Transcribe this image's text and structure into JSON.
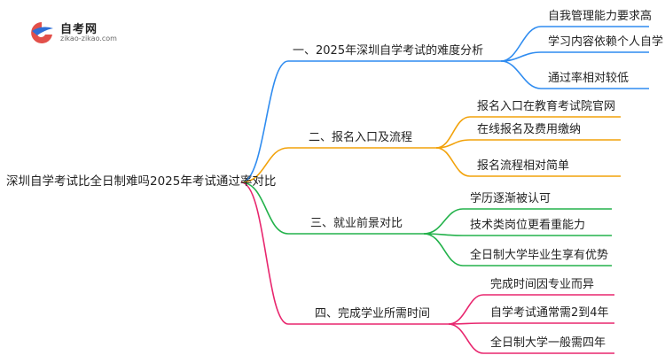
{
  "logo": {
    "title": "自考网",
    "subtitle": "zikao-zikao.com",
    "colors": {
      "red": "#e2504a",
      "blue": "#2f6fd6"
    }
  },
  "mindmap": {
    "root": "深圳自学考试比全日制难吗2025年考试通过率对比",
    "branches": [
      {
        "label": "一、2025年深圳自学考试的难度分析",
        "color": "#2f8cf0",
        "children": [
          "自我管理能力要求高",
          "学习内容依赖个人自学",
          "通过率相对较低"
        ]
      },
      {
        "label": "二、报名入口及流程",
        "color": "#f2a20a",
        "children": [
          "报名入口在教育考试院官网",
          "在线报名及费用缴纳",
          "报名流程相对简单"
        ]
      },
      {
        "label": "三、就业前景对比",
        "color": "#23b24b",
        "children": [
          "学历逐渐被认可",
          "技术类岗位更看重能力",
          "全日制大学毕业生享有优势"
        ]
      },
      {
        "label": "四、完成学业所需时间",
        "color": "#e8266e",
        "children": [
          "完成时间因专业而异",
          "自学考试通常需2到4年",
          "全日制大学一般需四年"
        ]
      }
    ]
  }
}
